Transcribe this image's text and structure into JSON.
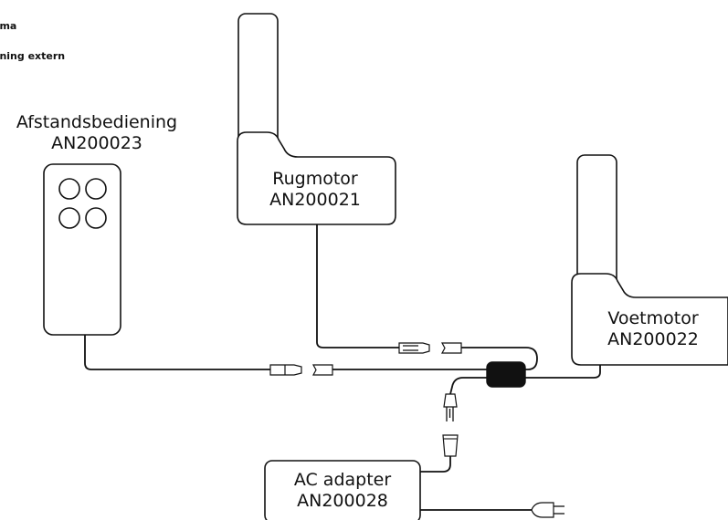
{
  "header": {
    "line1": "ema",
    "line2": "ening extern"
  },
  "components": {
    "remote": {
      "name": "Afstandsbediening",
      "code": "AN200023"
    },
    "back_motor": {
      "name": "Rugmotor",
      "code": "AN200021"
    },
    "foot_motor": {
      "name": "Voetmotor",
      "code": "AN200022"
    },
    "adapter": {
      "name": "AC adapter",
      "code": "AN200028"
    }
  }
}
